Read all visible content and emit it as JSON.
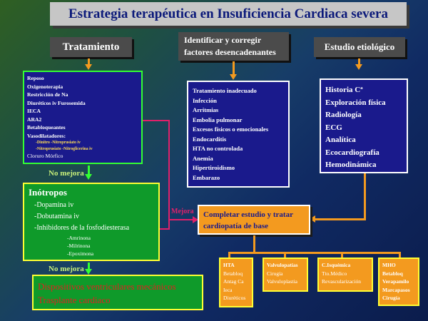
{
  "title": "Estrategia terapéutica en Insuficiencia Cardiaca severa",
  "headers": {
    "tratamiento": "Tratamiento",
    "identificar": [
      "Identificar y corregir",
      "factores desencadenantes"
    ],
    "estudio": "Estudio etiológico"
  },
  "tratamiento_items": [
    "Reposo",
    "Oxigenoterapia",
    "Restricción de Na",
    "Diuréticos iv Furosemida",
    "IECA",
    "ARA2",
    "Betabloqueantes",
    "Vasodilatadores:"
  ],
  "vasodilatadores_sub": [
    "-Dinitro  -Nitroprusiato iv",
    "-Nitroprusiato -Nitroglicerina iv"
  ],
  "cloruro": "Cloruro Mórfico",
  "no_mejora_1": "No mejora",
  "no_mejora_2": "No mejora",
  "mejora": "Mejora",
  "inotropos": {
    "title": "Inótropos",
    "items": [
      "-Dopamina iv",
      "-Dobutamina iv",
      "-Inhibidores de la fosfodiesterasa"
    ],
    "sub": [
      "-Amrinona",
      "-Milrinona",
      "-Epoximona"
    ]
  },
  "dispositivos": [
    "Dispositivos ventriculares mecánicos",
    "Trasplante cardiaco"
  ],
  "factores": [
    "Tratamiento inadecuado",
    "Infección",
    "Arritmias",
    "Embolia pulmonar",
    "Excesos físicos o emocionales",
    "Endocarditis",
    "HTA no controlada",
    "Anemia",
    "Hipertiroidismo",
    "Embarazo"
  ],
  "estudio_items": [
    "Historia Cª",
    "Exploración física",
    "Radiología",
    "ECG",
    "Analítica",
    "Ecocardiografía",
    "Hemodinámica"
  ],
  "completar": "Completar estudio y tratar cardiopatía de base",
  "bottom_boxes": [
    {
      "title": "HTA",
      "items": [
        "Betabloq",
        "Antag Ca",
        "Ieca",
        "Diuréticos"
      ]
    },
    {
      "title": "Valvulopatías",
      "items": [
        "Cirugía",
        "Valvuloplastia"
      ]
    },
    {
      "title": "C.Isquémica",
      "items": [
        "Tto.Médico",
        "Revascularización"
      ]
    },
    {
      "title": "MHO",
      "items": [
        "Betabloq",
        "Verapamilo",
        "Marcapasos",
        "Cirugía"
      ]
    }
  ],
  "colors": {
    "accent": "#f39a1f",
    "connector": "#e0206a",
    "green_box": "#0f9a2a",
    "blue_box": "#1a1a8c"
  }
}
